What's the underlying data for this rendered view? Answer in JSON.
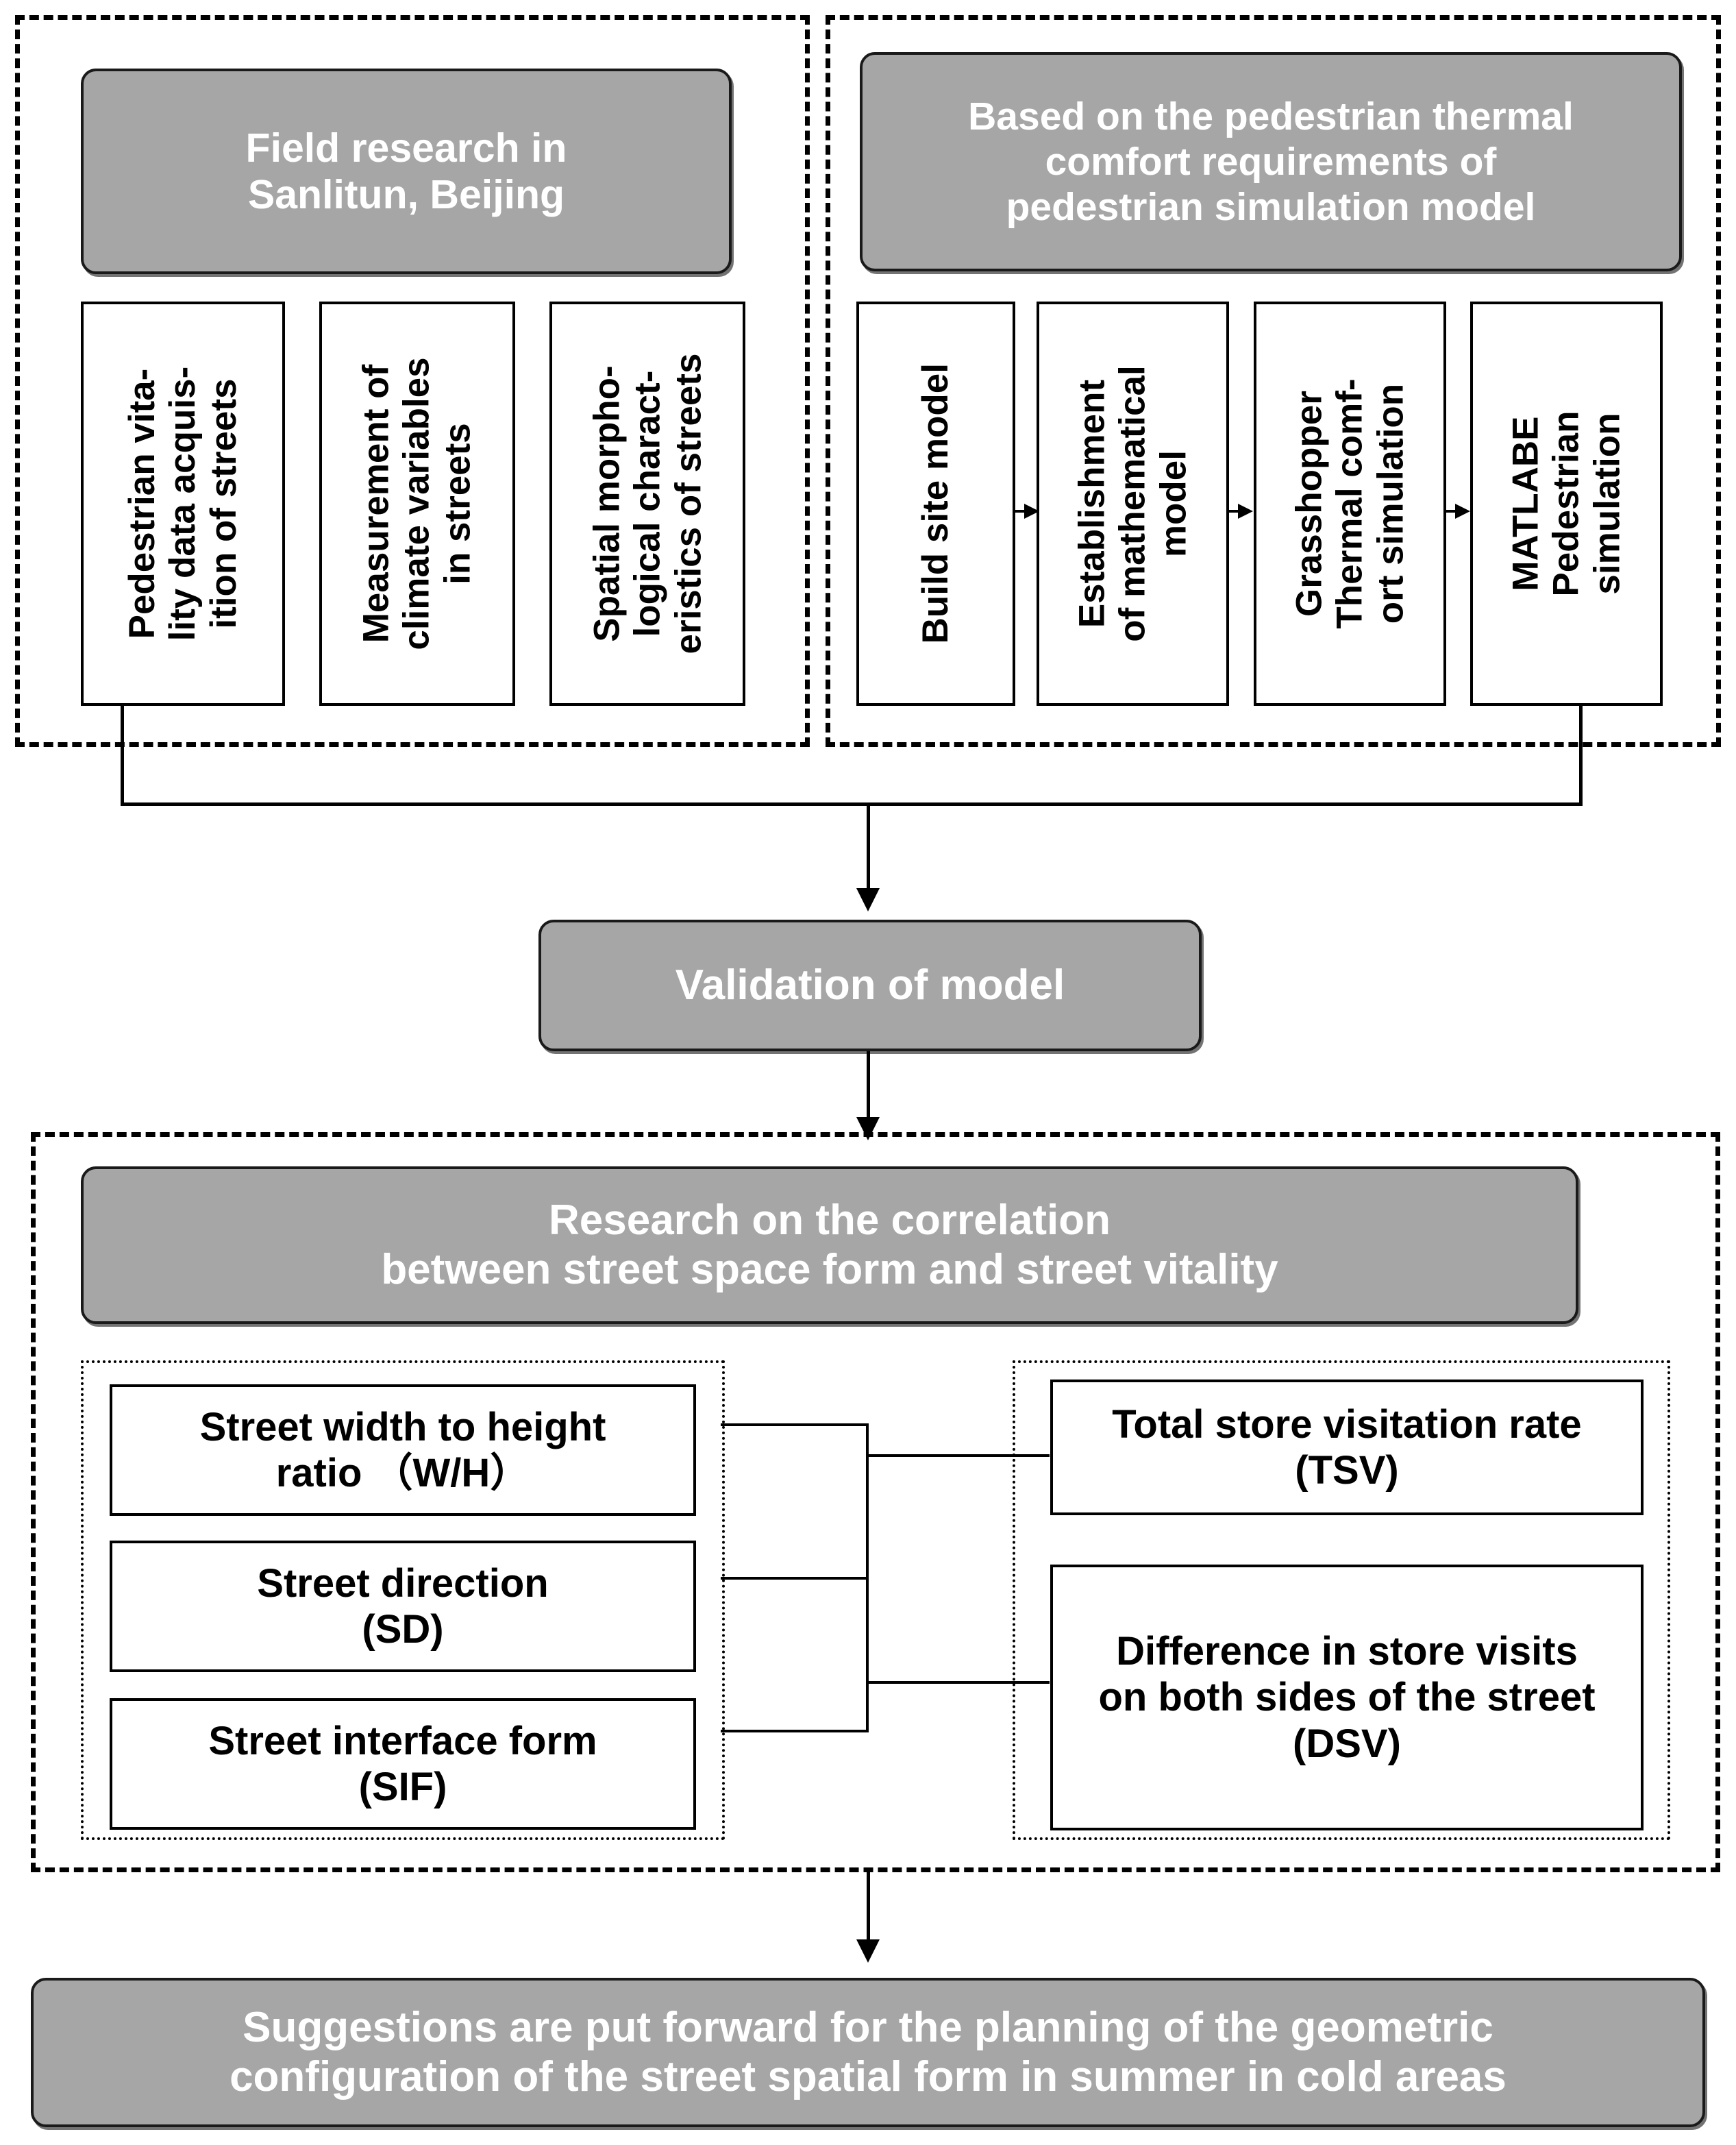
{
  "diagram": {
    "title": "Research framework flowchart",
    "colors": {
      "gray_fill": "#a6a6a6",
      "box_border": "#000000",
      "header_text": "#ffffff",
      "body_text": "#000000",
      "background": "#ffffff"
    },
    "sections": {
      "field_research": {
        "header": "Field research in\nSanlitun, Beijing",
        "items": [
          "Pedestrian vita-\nlity data acquis-\nition of streets",
          "Measurement of\nclimate variables\nin streets",
          "Spatial morpho-\nlogical charact-\neristics of streets"
        ]
      },
      "simulation": {
        "header": "Based on the pedestrian thermal\ncomfort requirements of\npedestrian simulation model",
        "items": [
          "Build site model",
          "Establishment\nof mathematical\nmodel",
          "Grasshopper\nThermal comf-\nort simulation",
          "MATLABE\nPedestrian\nsimulation"
        ]
      },
      "validation": {
        "label": "Validation of model"
      },
      "correlation": {
        "header": "Research on the correlation\nbetween street space form and street vitality",
        "independent_variables": [
          "Street width to height\nratio （W/H）",
          "Street direction\n(SD)",
          "Street interface form\n(SIF)"
        ],
        "dependent_variables": [
          "Total store visitation rate\n(TSV)",
          "Difference in store visits\non both sides of the street\n(DSV)"
        ]
      },
      "conclusion": {
        "label": "Suggestions are put forward for the planning of the geometric\nconfiguration of the street spatial form in summer in cold areas"
      }
    }
  }
}
